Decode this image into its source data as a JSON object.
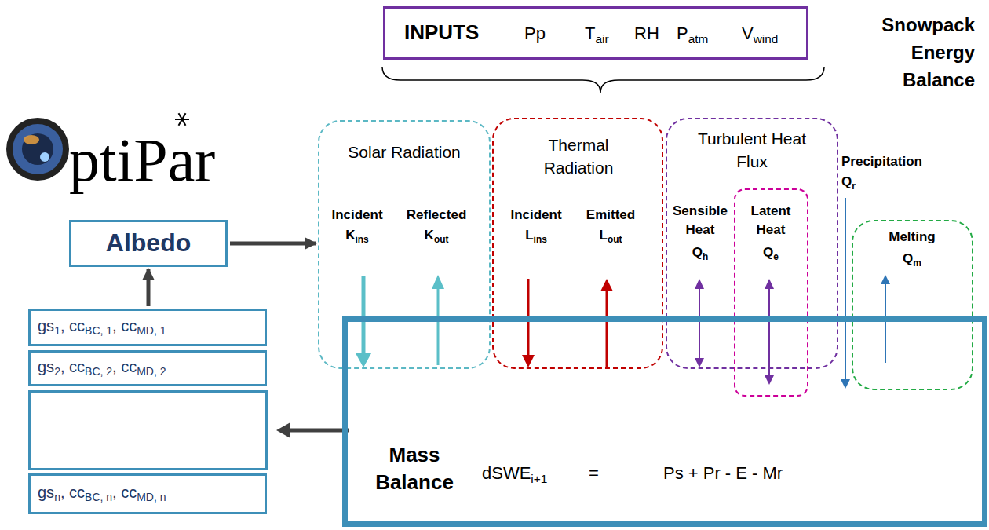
{
  "diagram": {
    "title": "Snowpack Energy Balance",
    "nodes": [
      {
        "text": [
          "INPUTS",
          "Pp",
          "T",
          "air",
          "RH",
          "P",
          "atm",
          "V",
          "wind"
        ]
      },
      {
        "text": [
          "Solar Radiation",
          "Incident",
          "K",
          "ins",
          "Reflected",
          "K",
          "out"
        ]
      },
      {
        "text": [
          "Thermal Radiation",
          "Incident",
          "L",
          "ins",
          "Emitted",
          "L",
          "out"
        ]
      },
      {
        "text": [
          "Turbulent Heat Flux",
          "Sensible Heat",
          "Q",
          "h"
        ]
      },
      {
        "text": [
          "Latent Heat",
          "Q",
          "e"
        ]
      },
      {
        "text": [
          "Melting",
          "Q",
          "m"
        ]
      },
      {
        "text": [
          "Albedo"
        ]
      },
      {
        "text": [
          "gs",
          "1",
          ", cc",
          "BC, 1",
          ", cc",
          "MD, 1"
        ]
      },
      {
        "text": [
          "gs",
          "2",
          ", cc",
          "BC, 2",
          ", cc",
          "MD, 2"
        ]
      },
      {
        "text": [
          "gs",
          "n",
          ", cc",
          "BC, n",
          ", cc",
          "MD, n"
        ]
      },
      {
        "text": [
          "Mass Balance",
          "dSWE",
          "i+1",
          "=",
          "Ps + Pr - E - Mr"
        ]
      }
    ],
    "edges": [
      {
        "from": 6,
        "to": 1,
        "arrow": "to"
      },
      {
        "from": 7,
        "to": 6,
        "arrow": "to"
      }
    ],
    "labels": [
      "ptiPar",
      "Precipitation",
      "Q",
      "r"
    ]
  }
}
